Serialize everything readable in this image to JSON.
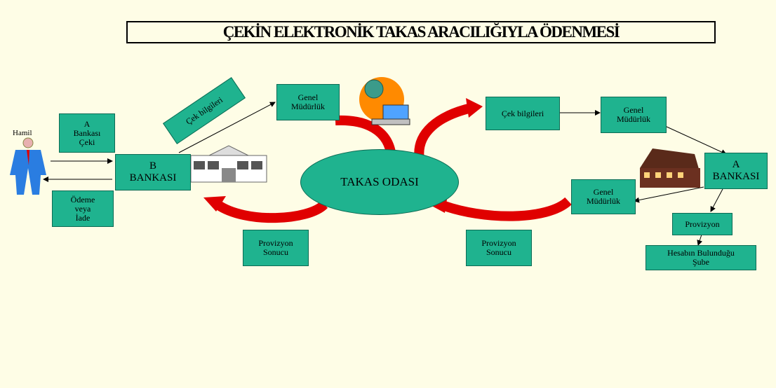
{
  "title": "ÇEKİN ELEKTRONİK TAKAS ARACILIĞIYLA ÖDENMESİ",
  "hamil": "Hamil",
  "a_bankasi_ceki": "A\nBankası\nÇeki",
  "b_bankasi": "B\nBANKASI",
  "odeme_veya_iade": "Ödeme\nveya\nİade",
  "cek_bilgileri_rotated": "Çek bilgileri",
  "genel_mudurluk_left": "Genel\nMüdürlük",
  "takas_odasi": "TAKAS ODASI",
  "cek_bilgileri_right": "Çek bilgileri",
  "genel_mudurluk_top_right": "Genel\nMüdürlük",
  "a_bankasi": "A\nBANKASI",
  "genel_mudurluk_bottom_right": "Genel\nMüdürlük",
  "provizyon": "Provizyon",
  "hesabin_bulundugu_sube": "Hesabın Bulunduğu\nŞube",
  "provizyon_sonucu_left": "Provizyon\nSonucu",
  "provizyon_sonucu_right": "Provizyon\nSonucu",
  "colors": {
    "box": "#1fb38f",
    "arrow_red": "#e00000",
    "background": "#fefde6"
  }
}
